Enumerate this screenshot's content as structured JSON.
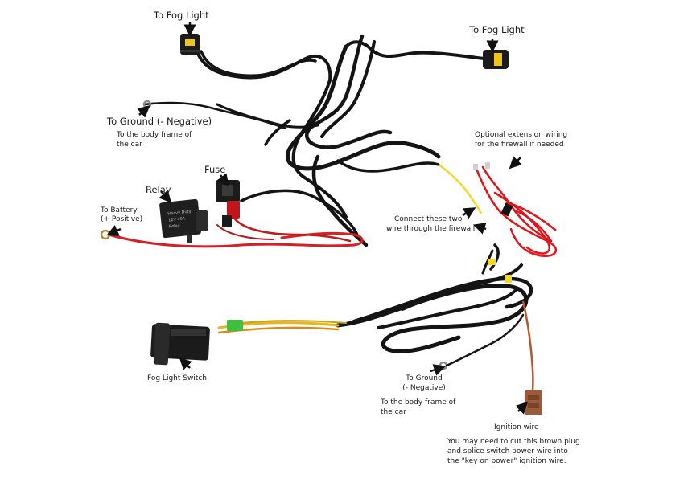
{
  "labels": {
    "fog_light_left": "To Fog Light",
    "fog_light_right": "To Fog Light",
    "ground_top_title": "To Ground (- Negative)",
    "ground_top_desc_1": "To the body frame of",
    "ground_top_desc_2": "the car",
    "relay": "Relay",
    "fuse": "Fuse",
    "battery_1": "To Battery",
    "battery_2": "(+ Positive)",
    "extension_1": "Optional extension wiring",
    "extension_2": "for the firewall if needed",
    "firewall_1": "Connect these two",
    "firewall_2": "wire through the firewall",
    "switch": "Fog Light Switch",
    "ground_bottom_1": "To Ground",
    "ground_bottom_2": "(- Negative)",
    "ground_bottom_desc_1": "To the body frame of",
    "ground_bottom_desc_2": "the car",
    "ignition": "Ignition wire",
    "note_1": "You may need to cut this brown plug",
    "note_2": "and splice switch power wire into",
    "note_3": "the \"key on power\" ignition wire."
  },
  "relay_text": [
    "Heavy Duty",
    "12V 40A",
    "Relay"
  ],
  "colors": {
    "harness": "#141414",
    "power_wire": "#d61f24",
    "ground_wire": "#7a1c1c",
    "switch_lead_yellow": "#e8b51c",
    "switch_lead_green": "#3fbf3f",
    "brown_plug": "#9a5a3c",
    "yellow_connector": "#f2d82a",
    "extension_wire": "#e0141b"
  },
  "icons": [
    "fog-light-plug-icon",
    "relay-icon",
    "fuse-holder-icon",
    "ring-terminal-icon",
    "fog-light-switch-icon",
    "brown-plug-icon",
    "arrow-icon"
  ]
}
